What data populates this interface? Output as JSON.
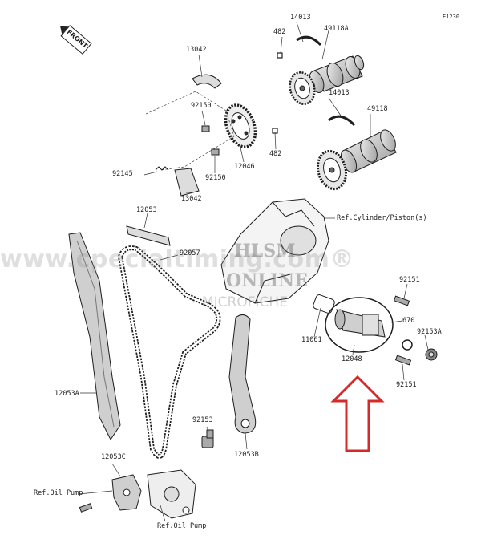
{
  "diagram_code": "E1230",
  "front_badge": "FRONT",
  "labels": {
    "p14013a": "14013",
    "p49118a": "49118A",
    "p482a": "482",
    "p13042a": "13042",
    "p92150a": "92150",
    "p14013b": "14013",
    "p49118": "49118",
    "p482b": "482",
    "p12046": "12046",
    "p92150b": "92150",
    "p92145": "92145",
    "p13042b": "13042",
    "p12053": "12053",
    "p92057": "92057",
    "ref_cyl": "Ref.Cylinder/Piston(s)",
    "p92151a": "92151",
    "p670": "670",
    "p92153a": "92153A",
    "p11061": "11061",
    "p12048": "12048",
    "p92151b": "92151",
    "p12053a": "12053A",
    "p92153": "92153",
    "p12053b": "12053B",
    "p12053c": "12053C",
    "ref_oil1": "Ref.Oil Pump",
    "ref_oil2": "Ref.Oil Pump"
  },
  "watermarks": {
    "site": "www.cpecialtiming.com®",
    "hlsm": "HLSM",
    "online": "ONLINE",
    "micro": "MICROFICHE"
  },
  "colors": {
    "line": "#1e1e1e",
    "highlight": "#d42a2a",
    "part_fill": "#d9d9d9"
  }
}
